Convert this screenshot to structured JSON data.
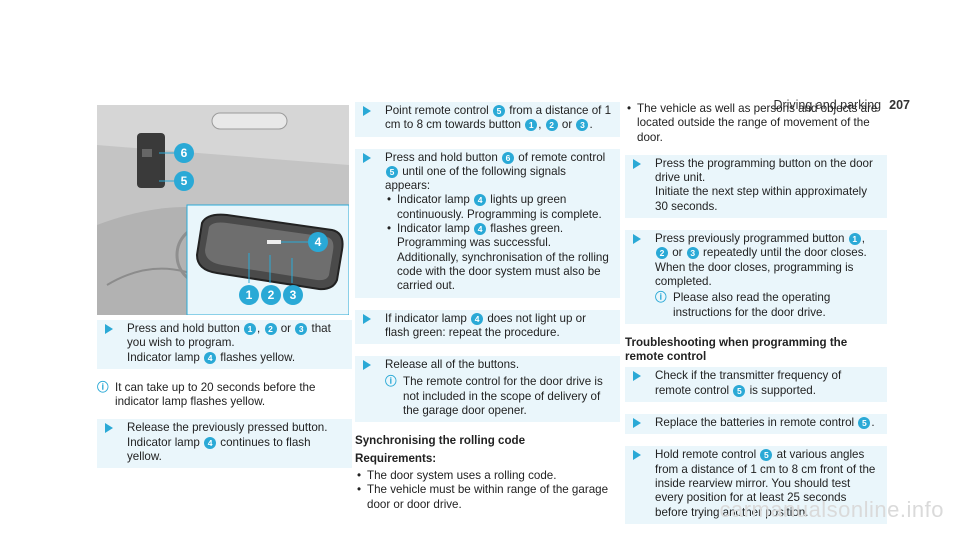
{
  "header": {
    "section": "Driving and parking",
    "page": "207"
  },
  "figure": {
    "callouts": [
      "1",
      "2",
      "3",
      "4",
      "5",
      "6"
    ],
    "colors": {
      "callout": "#2aa9d6",
      "background": "#c9c9c9"
    }
  },
  "col1": {
    "step1_a": "Press and hold button",
    "step1_b": ",",
    "step1_c": "or",
    "step1_d": "that you wish to program.",
    "step1_e": "Indicator lamp",
    "step1_f": "flashes yellow.",
    "note1": "It can take up to 20 seconds before the indicator lamp flashes yellow.",
    "step2_a": "Release the previously pressed button.",
    "step2_b": "Indicator lamp",
    "step2_c": "continues to flash yellow."
  },
  "col2": {
    "step1_a": "Point remote control",
    "step1_b": "from a distance of 1 cm to 8 cm towards button",
    "step1_c": ",",
    "step1_d": "or",
    "step1_e": ".",
    "step2_a": "Press and hold button",
    "step2_b": "of remote control",
    "step2_c": "until one of the following signals appears:",
    "bullet1_a": "Indicator lamp",
    "bullet1_b": "lights up green continuously. Programming is complete.",
    "bullet2_a": "Indicator lamp",
    "bullet2_b": "flashes green. Programming was successful. Additionally, synchronisation of the rolling code with the door system must also be carried out.",
    "step3_a": "If indicator lamp",
    "step3_b": "does not light up or flash green: repeat the procedure.",
    "step4": "Release all of the buttons.",
    "note": "The remote control for the door drive is not included in the scope of delivery of the garage door opener.",
    "heading": "Synchronising the rolling code",
    "req_heading": "Requirements:",
    "req1": "The door system uses a rolling code.",
    "req2": "The vehicle must be within range of the garage door or door drive."
  },
  "col3": {
    "bullet": "The vehicle as well as persons and objects are located outside the range of movement of the door.",
    "step1_a": "Press the programming button on the door drive unit.",
    "step1_b": "Initiate the next step within approximately 30 seconds.",
    "step2_a": "Press previously programmed button",
    "step2_b": ",",
    "step2_c": "or",
    "step2_d": "repeatedly until the door closes.",
    "step2_e": "When the door closes, programming is completed.",
    "note": "Please also read the operating instructions for the door drive.",
    "heading": "Troubleshooting when programming the remote control",
    "step3_a": "Check if the transmitter frequency of remote control",
    "step3_b": "is supported.",
    "step4_a": "Replace the batteries in remote control",
    "step4_b": ".",
    "step5_a": "Hold remote control",
    "step5_b": "at various angles from a distance of 1 cm to 8 cm front of the inside rearview mirror. You should test every position for at least 25 seconds before trying another position."
  },
  "nums": {
    "n1": "1",
    "n2": "2",
    "n3": "3",
    "n4": "4",
    "n5": "5",
    "n6": "6"
  },
  "watermark": "carmanualsonline.info"
}
